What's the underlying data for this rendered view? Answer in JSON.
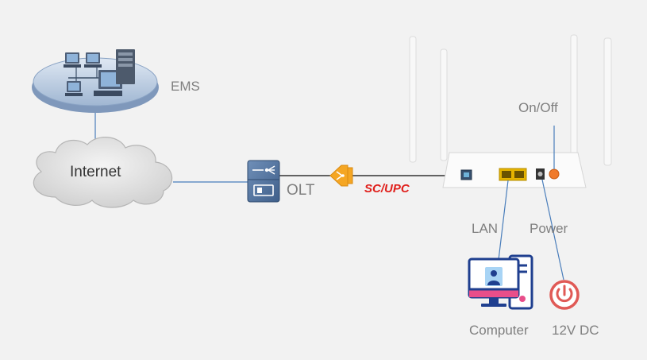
{
  "labels": {
    "ems": "EMS",
    "internet": "Internet",
    "olt": "OLT",
    "connector": "SC/UPC",
    "on_off": "On/Off",
    "lan": "LAN",
    "power": "Power",
    "computer": "Computer",
    "dc": "12V DC"
  },
  "icons": {
    "ems": "server-network-icon",
    "cloud": "cloud-icon",
    "olt": "olt-device-icon",
    "connector": "fiber-connector-icon",
    "router": "wifi-router-icon",
    "computer": "desktop-computer-icon",
    "power": "power-icon"
  },
  "colors": {
    "background": "#f2f2f2",
    "link_blue": "#4a7ebb",
    "fiber_black": "#333333",
    "connector_orange": "#f5a623",
    "accent_red": "#e0201c",
    "power_red": "#e05a56"
  }
}
